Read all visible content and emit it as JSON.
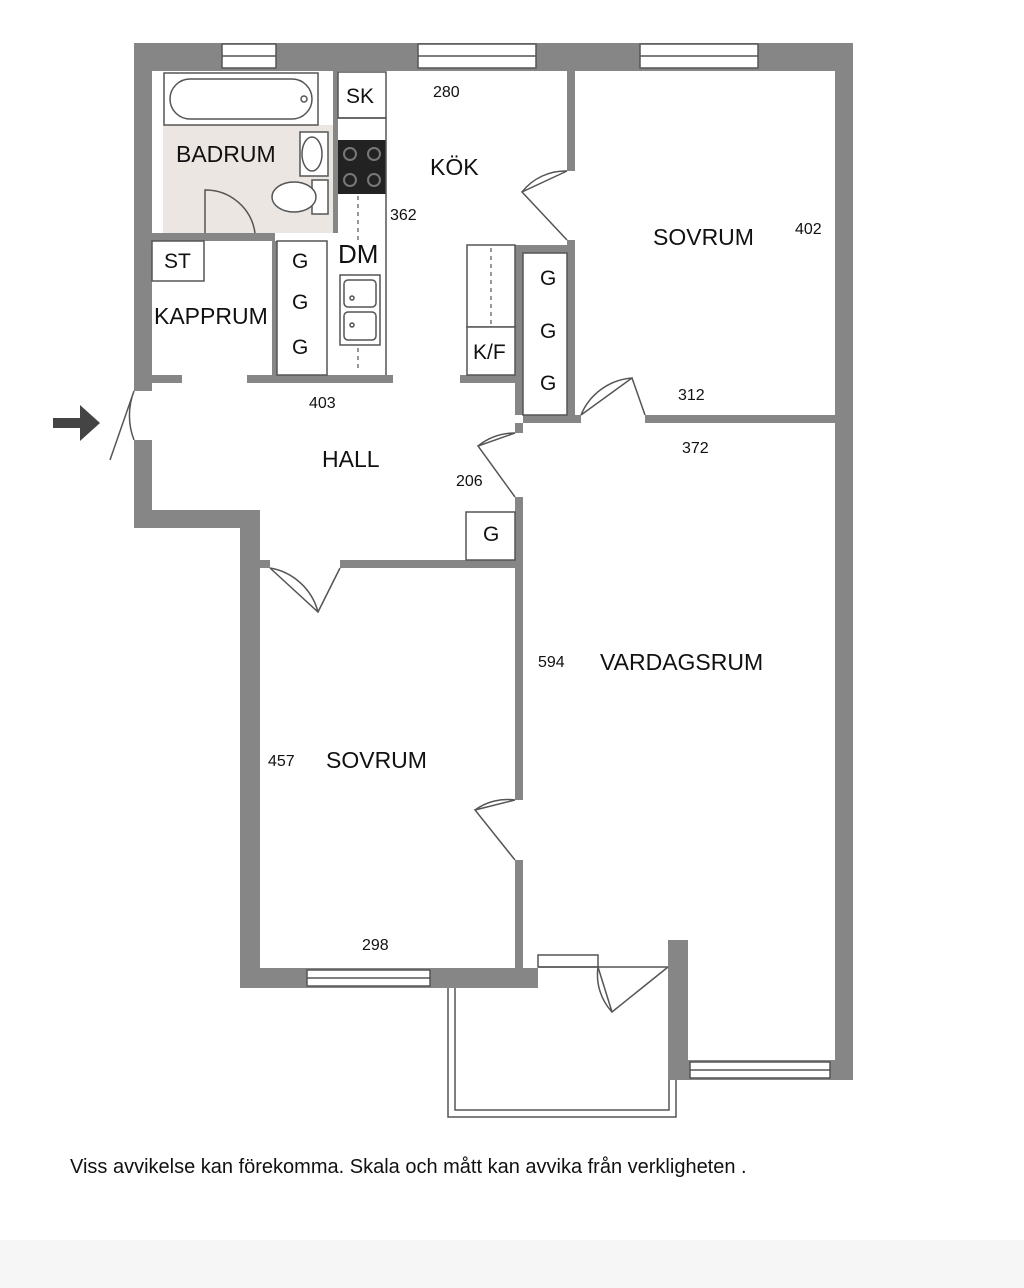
{
  "rooms": {
    "badrum": "BADRUM",
    "kok": "KÖK",
    "sovrum_top": "SOVRUM",
    "kapprum": "KAPPRUM",
    "hall": "HALL",
    "vardagsrum": "VARDAGSRUM",
    "sovrum_bottom": "SOVRUM"
  },
  "fixtures": {
    "sk": "SK",
    "dm": "DM",
    "st": "ST",
    "kf": "K/F",
    "g": "G"
  },
  "dimensions": {
    "kok_width": "280",
    "kok_length": "362",
    "sovrum_top_length": "402",
    "sovrum_top_width": "312",
    "hall_width": "403",
    "hall_depth": "206",
    "vardagsrum_width": "372",
    "vardagsrum_length": "594",
    "sovrum_bottom_length": "457",
    "sovrum_bottom_width": "298"
  },
  "disclaimer": "Viss avvikelse kan förekomma. Skala och mått kan avvika från verkligheten ."
}
